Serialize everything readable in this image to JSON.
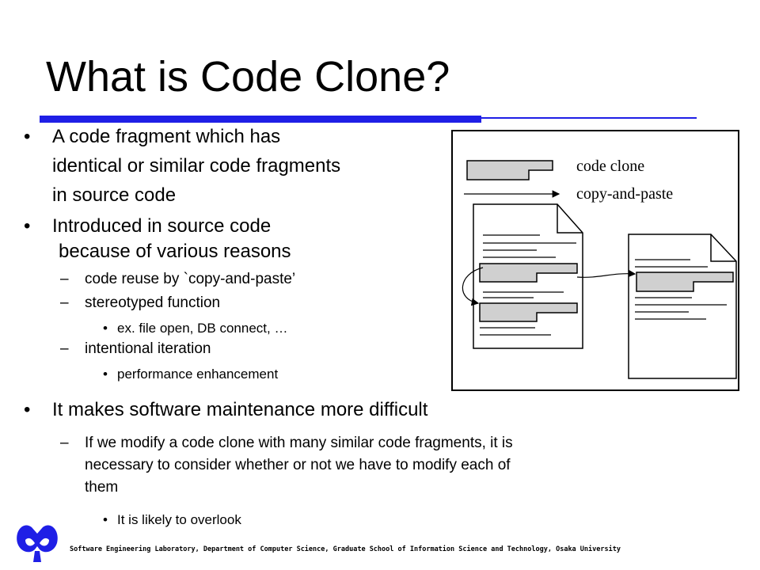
{
  "slide": {
    "title": "What is Code Clone?",
    "bullets": {
      "definition": [
        "A code fragment which has",
        "identical or similar code fragments",
        "in source code"
      ],
      "introduced": [
        "Introduced in  source code",
        "because of various reasons"
      ],
      "reasons": {
        "reuse": "code reuse by `copy-and-paste’",
        "stereotyped": "stereotyped function",
        "stereotyped_example": "ex. file open, DB connect, …",
        "iteration": "intentional iteration",
        "iteration_example": "performance enhancement"
      },
      "maintenance": "It makes software maintenance more difficult",
      "maintenance_detail": [
        "If we modify a code clone with many similar code fragments, it is",
        "necessary to consider whether or not we have to modify each of",
        "them"
      ],
      "overlook": "It is likely to overlook"
    },
    "markers": {
      "bullet": "•",
      "dash": "–"
    },
    "diagram": {
      "legend_clone": "code clone",
      "legend_copy": "copy-and-paste"
    },
    "footer": "Software Engineering Laboratory, Department of Computer Science, Graduate School of Information Science and Technology, Osaka University",
    "colors": {
      "accent": "#1f1fe6",
      "logo": "#1f1fe6",
      "clone_fill": "#d0d0d0"
    }
  }
}
